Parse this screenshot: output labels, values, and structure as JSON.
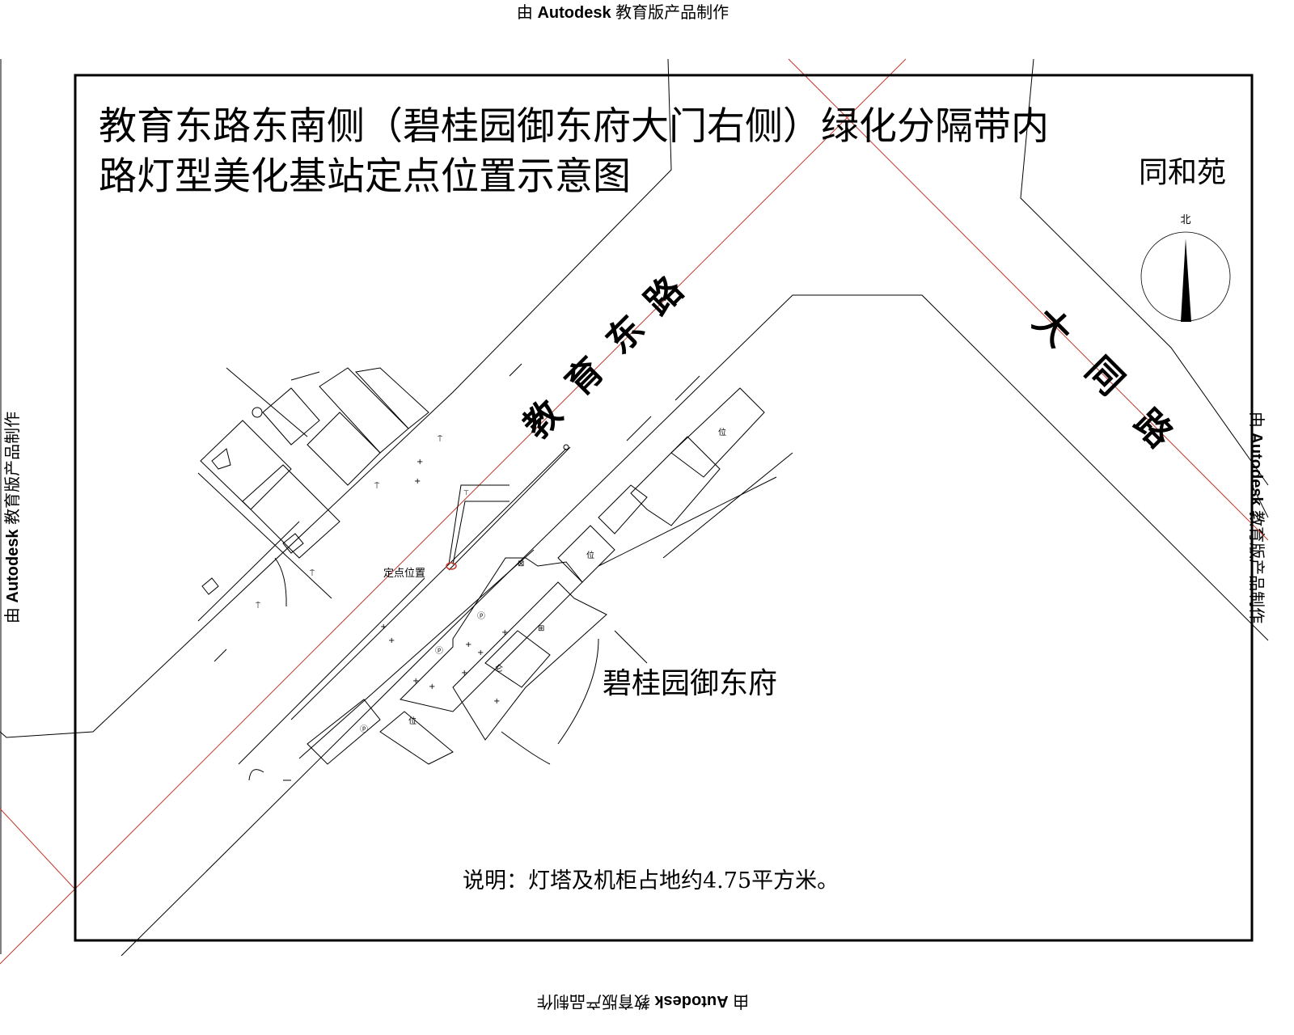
{
  "watermark": {
    "prefix": "由",
    "brand": "Autodesk",
    "suffix": "教育版产品制作"
  },
  "title": {
    "line1": "教育东路东南侧（碧桂园御东府大门右侧）绿化分隔带内",
    "line2": "路灯型美化基站定点位置示意图"
  },
  "labels": {
    "road_main": [
      "教",
      "育",
      "东",
      "路"
    ],
    "road_cross": [
      "大",
      "同",
      "路"
    ],
    "community_north": "同和苑",
    "community_south": "碧桂园御东府",
    "site_marker": "定点位置"
  },
  "compass": {
    "label": "北",
    "icon": "north-arrow-icon"
  },
  "note": "说明：灯塔及机柜占地约4.75平方米。",
  "colors": {
    "frame": "#000000",
    "guide_line": "#c0392b"
  }
}
